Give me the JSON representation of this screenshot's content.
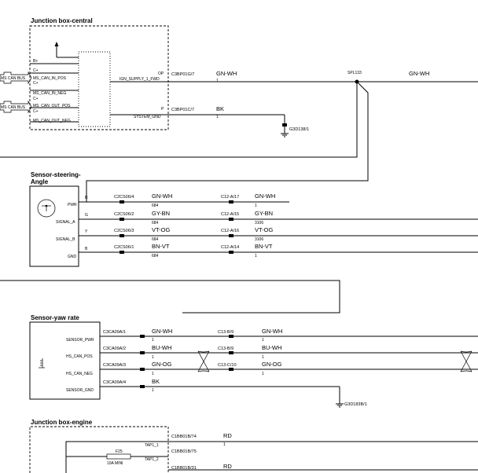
{
  "junction_central": {
    "title": "Junction box-central",
    "pins": [
      "B+",
      "C+",
      "MS_CAN_IN_POS",
      "C+",
      "MS_CAN_IN_NEG",
      "C+",
      "MS_CAN_OUT_POS",
      "C+",
      "MS_CAN_OUT_NEG"
    ],
    "bus_labels": [
      "MS CAN BUS",
      "MS CAN BUS"
    ],
    "op": {
      "pin": "OP",
      "name": "IGN_SUPPLY_1_FWD",
      "connector": "C3BP01G/7",
      "wire": "GN-WH",
      "num": "1"
    },
    "p": {
      "pin": "P",
      "name": "SYSTEM_GND",
      "connector": "C3BP01C/7",
      "wire": "BK",
      "num": "1"
    },
    "ground": "G3D138/1"
  },
  "splice": {
    "label": "SPL133",
    "wire": "GN-WH"
  },
  "steering": {
    "title": "Sensor-steering-",
    "title2": "Angle",
    "rows": [
      {
        "name": "PWR",
        "letter": "R",
        "conn1": "C2CS06/4",
        "wire1": "GN-WH",
        "num1": "684",
        "conn2": "C12-A/17",
        "wire2": "GN-WH",
        "num2": "1"
      },
      {
        "name": "SIGNAL_A",
        "letter": "G",
        "conn1": "C2CS06/2",
        "wire1": "GY-BN",
        "num1": "684",
        "conn2": "C12-A/15",
        "wire2": "GY-BN",
        "num2": "3106"
      },
      {
        "name": "SIGNAL_B",
        "letter": "Y",
        "conn1": "C2CS06/3",
        "wire1": "VT-OG",
        "num1": "684",
        "conn2": "C12-A/16",
        "wire2": "VT-OG",
        "num2": "3106"
      },
      {
        "name": "GND",
        "letter": "B",
        "conn1": "C2CS06/1",
        "wire1": "BN-VT",
        "num1": "684",
        "conn2": "C12-A/14",
        "wire2": "BN-VT",
        "num2": "1"
      }
    ]
  },
  "yaw": {
    "title": "Sensor-yaw rate",
    "rows": [
      {
        "name": "SENSOR_PWR",
        "conn1": "C3CA09A/1",
        "wire1": "GN-WH",
        "num1": "1",
        "conn2": "C13-B/9",
        "wire2": "GN-WH",
        "num2": "1"
      },
      {
        "name": "HS_CAN_POS",
        "conn1": "C3CA09A/2",
        "wire1": "BU-WH",
        "num1": "1",
        "conn2": "C13-B/9",
        "wire2": "BU-WH",
        "num2": "1"
      },
      {
        "name": "HS_CAN_NEG",
        "conn1": "C3CA09A/3",
        "wire1": "GN-OG",
        "num1": "1",
        "conn2": "C13-C/10",
        "wire2": "GN-OG",
        "num2": "1"
      },
      {
        "name": "SENSOR_GND",
        "conn1": "C3CA09A/4",
        "wire1": "BK",
        "num1": "1"
      }
    ],
    "ground": "G3D183B/1"
  },
  "junction_engine": {
    "title": "Junction box-engine",
    "tap1": {
      "name": "TAP1_1",
      "connector": "C1BB01B/74",
      "wire": "RD",
      "num": "1"
    },
    "tap2": {
      "name": "TAP1_2",
      "connector": "C1BB01B/75"
    },
    "fuse": {
      "name": "F25",
      "rating": "10A MINI"
    },
    "bottom": {
      "connector": "C1BB01B/31",
      "wire": "RD"
    }
  },
  "colors": {
    "line": "#000000",
    "background": "#ffffff"
  }
}
